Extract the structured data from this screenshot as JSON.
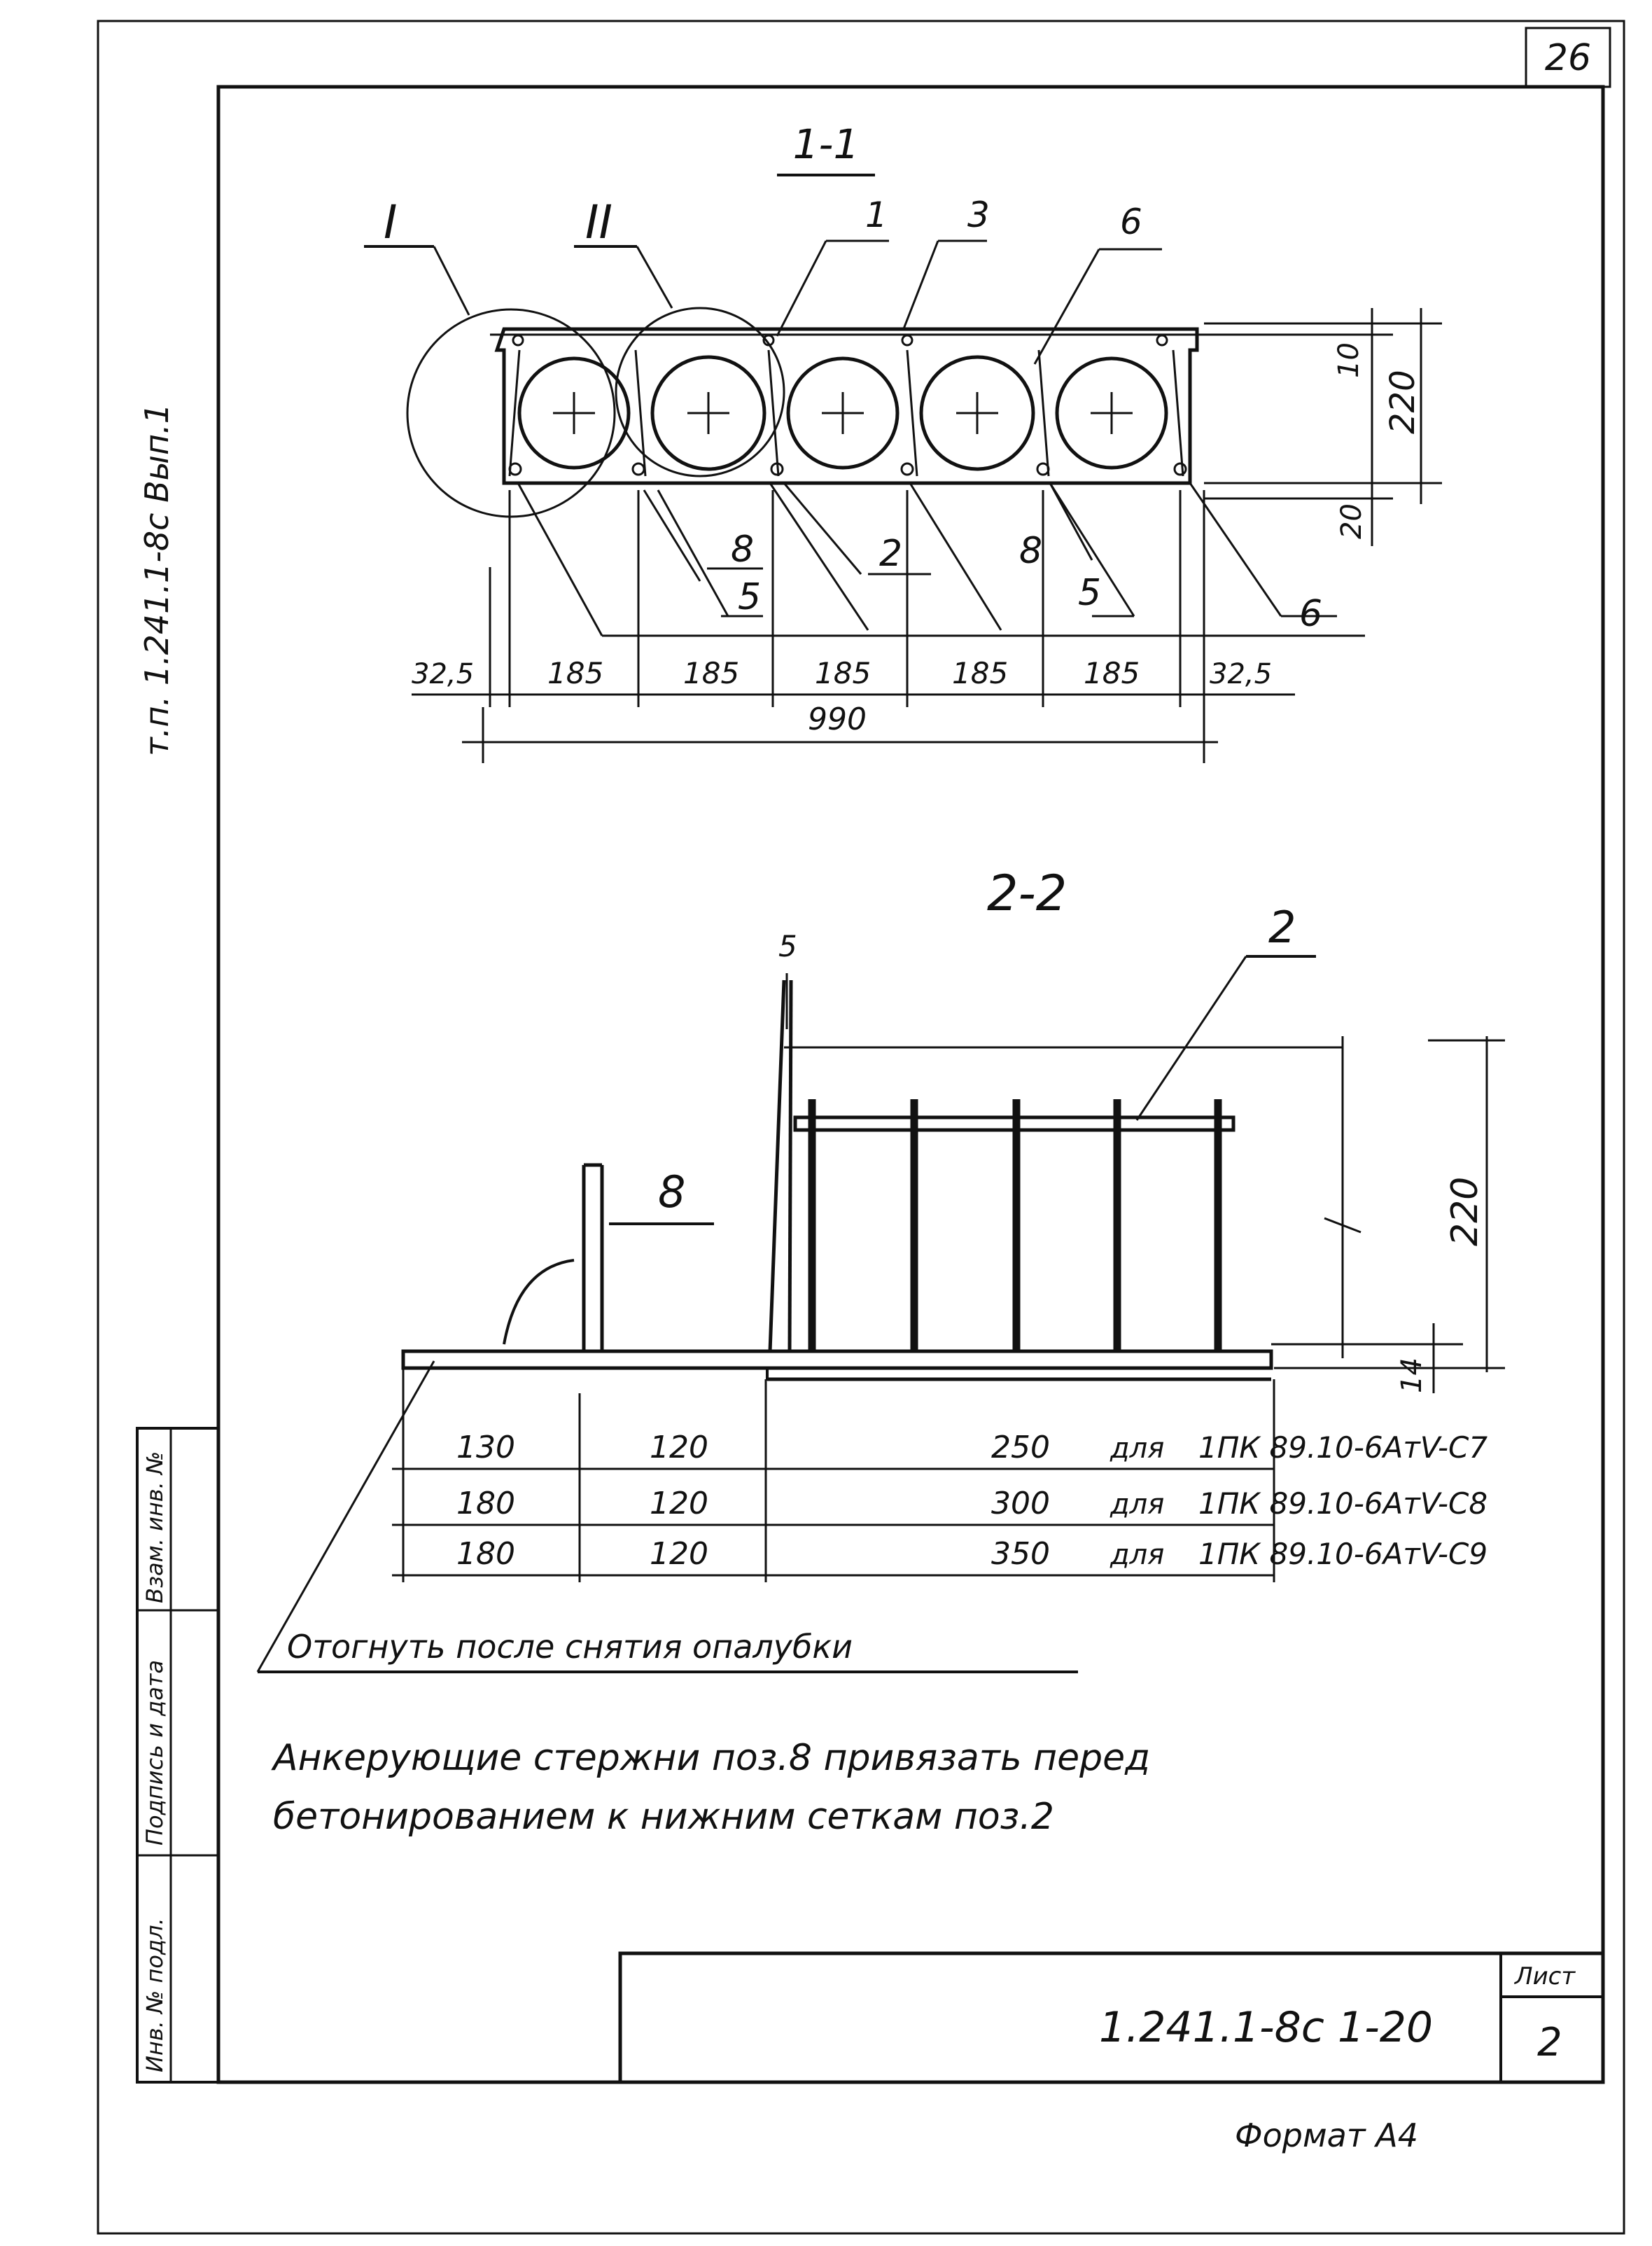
{
  "sheet_no_corner": "26",
  "side_note": "т.п. 1.241.1-8с Вып.1",
  "section_1": {
    "title": "1-1",
    "callouts": [
      "I",
      "II",
      "1",
      "3",
      "6"
    ],
    "bottom_callouts": [
      "8",
      "5",
      "2",
      "8",
      "5",
      "6"
    ],
    "dim_right": [
      "10",
      "220",
      "20"
    ],
    "dim_bottom": [
      "32,5",
      "185",
      "185",
      "185",
      "185",
      "185",
      "32,5"
    ],
    "dim_total": "990"
  },
  "section_2": {
    "title": "2-2",
    "label_top": "5",
    "label_mesh": "2",
    "label_rod": "8",
    "dim_height": "220",
    "dim_small": "14",
    "table": [
      {
        "a": "130",
        "b": "120",
        "c": "250",
        "for": "для",
        "mark": "1ПК 89.10-6АтV-С7"
      },
      {
        "a": "180",
        "b": "120",
        "c": "300",
        "for": "для",
        "mark": "1ПК 89.10-6АтV-С8"
      },
      {
        "a": "180",
        "b": "120",
        "c": "350",
        "for": "для",
        "mark": "1ПК 89.10-6АтV-С9"
      }
    ],
    "bend_note": "Отогнуть после снятия опалубки"
  },
  "note_line1": "Анкерующие стержни поз.8 привязать перед",
  "note_line2": "бетонированием к нижним сеткам поз.2",
  "stamp_cells": [
    "Инв. № подл.",
    "Подпись и дата",
    "Взам. инв. №"
  ],
  "title_block": {
    "doc_code": "1.241.1-8с 1-20",
    "sheet_label": "Лист",
    "sheet_number": "2"
  },
  "format": "Формат А4"
}
